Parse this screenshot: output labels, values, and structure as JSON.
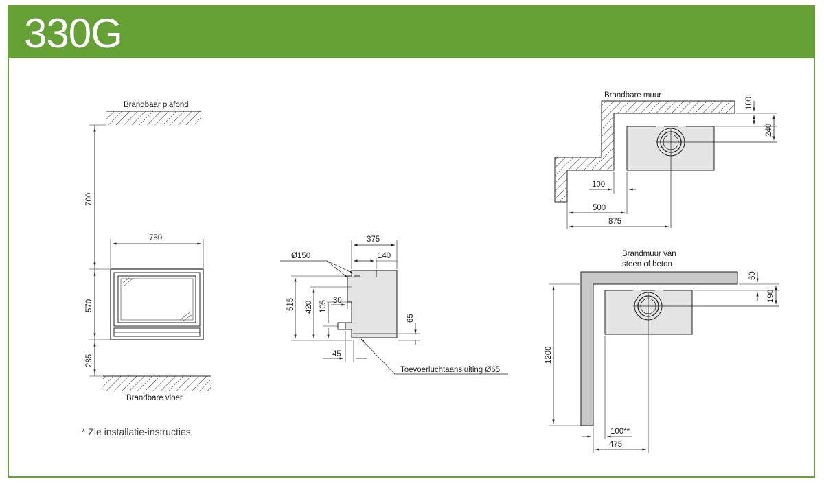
{
  "model": "330G",
  "footnote": "* Zie installatie-instructies",
  "front_view": {
    "ceiling_label": "Brandbaar plafond",
    "floor_label": "Brandbare vloer",
    "dim_ceiling": "700",
    "dim_width": "750",
    "dim_height": "570",
    "dim_floor": "285"
  },
  "side_view": {
    "dim_depth": "375",
    "dim_flue_offset": "140",
    "flue_label": "Ø150",
    "dim_515": "515",
    "dim_420": "420",
    "dim_105": "105",
    "dim_30": "30",
    "dim_65": "65",
    "dim_45": "45",
    "air_inlet_label": "Toevoerluchtaansluiting Ø65"
  },
  "top_view_combustible": {
    "wall_label": "Brandbare muur",
    "dim_100_top": "100",
    "dim_240": "240",
    "dim_100_side": "100",
    "dim_500": "500",
    "dim_875": "875"
  },
  "top_view_fireproof": {
    "wall_label_1": "Brandmuur van",
    "wall_label_2": "steen of beton",
    "dim_50": "50",
    "dim_190": "190",
    "dim_1200": "1200",
    "dim_100": "100**",
    "dim_475": "475"
  }
}
